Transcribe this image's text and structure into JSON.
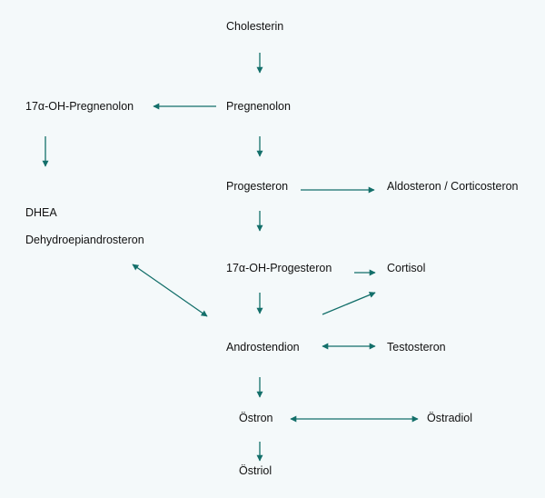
{
  "diagram": {
    "accent_color": "#136f6a",
    "nodes": {
      "cholesterin": "Cholesterin",
      "pregnenolon": "Pregnenolon",
      "oh_pregnenolon": "17α-OH-Pregnenolon",
      "progesteron": "Progesteron",
      "aldosteron": "Aldosteron / Corticosteron",
      "dhea_abbr": "DHEA",
      "dhea_full": "Dehydroepiandrosteron",
      "oh_progesteron": "17α-OH-Progesteron",
      "cortisol": "Cortisol",
      "androstendion": "Androstendion",
      "testosteron": "Testosteron",
      "ostron": "Östron",
      "ostradiol": "Östradiol",
      "ostriol": "Östriol"
    }
  }
}
